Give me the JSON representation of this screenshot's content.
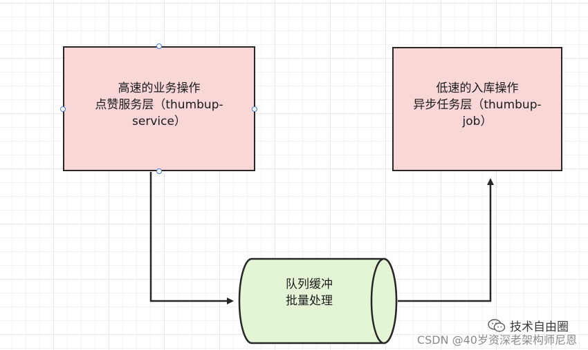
{
  "diagram": {
    "service_box": {
      "line1": "高速的业务操作",
      "line2": "点赞服务层（thumbup-",
      "line3": "service）"
    },
    "job_box": {
      "line1": "低速的入库操作",
      "line2": "异步任务层（thumbup-",
      "line3": "job）"
    },
    "queue": {
      "line1": "队列缓冲",
      "line2": "批量处理"
    },
    "colors": {
      "box_fill": "#f8d7d6",
      "queue_fill": "#e4f5d6",
      "stroke": "#262626",
      "handle": "#3a7bd5"
    }
  },
  "watermark": {
    "title": "技术自由圈",
    "subtitle": "CSDN @40岁资深老架构师尼恩",
    "icon": "wechat-icon"
  }
}
